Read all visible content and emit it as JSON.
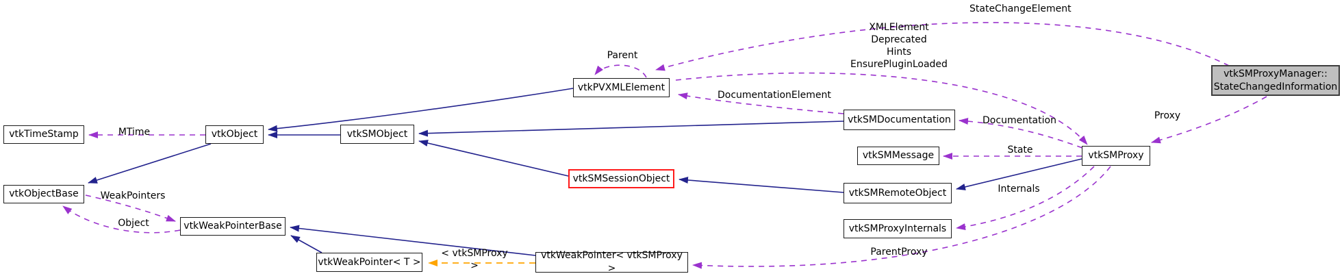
{
  "diagram": {
    "kind": "collaboration-graph",
    "subject": "vtkSMProxyManager::StateChangedInformation"
  },
  "colors": {
    "inheritance_edge": "#23238d",
    "usage_edge": "#9a32cd",
    "template_edge": "#ffa500",
    "highlight_border": "#ff1a1a",
    "subject_fill": "#bfbfbf",
    "node_fill": "#ffffff",
    "node_border": "#1a1a1a"
  },
  "nodes": {
    "vtkTimeStamp": "vtkTimeStamp",
    "vtkObject": "vtkObject",
    "vtkObjectBase": "vtkObjectBase",
    "vtkSMObject": "vtkSMObject",
    "vtkPVXMLElement": "vtkPVXMLElement",
    "vtkSMSessionObject": "vtkSMSessionObject",
    "vtkWeakPointerBase": "vtkWeakPointerBase",
    "vtkWeakPointerT": "vtkWeakPointer< T >",
    "vtkWeakPointerSMProxy": "vtkWeakPointer< vtkSMProxy >",
    "vtkSMDocumentation": "vtkSMDocumentation",
    "vtkSMMessage": "vtkSMMessage",
    "vtkSMRemoteObject": "vtkSMRemoteObject",
    "vtkSMProxyInternals": "vtkSMProxyInternals",
    "vtkSMProxy": "vtkSMProxy",
    "subject": "vtkSMProxyManager::\nStateChangedInformation"
  },
  "edge_labels": {
    "mtime": "MTime",
    "weak_pointers": "WeakPointers",
    "object": "Object",
    "parent": "Parent",
    "documentation_element": "DocumentationElement",
    "xml_element_group": "XMLElement\nDeprecated\nHints\nEnsurePluginLoaded",
    "state_change_element": "StateChangeElement",
    "proxy": "Proxy",
    "documentation": "Documentation",
    "state": "State",
    "internals": "Internals",
    "parent_proxy": "ParentProxy",
    "template_instance": "< vtkSMProxy >"
  }
}
